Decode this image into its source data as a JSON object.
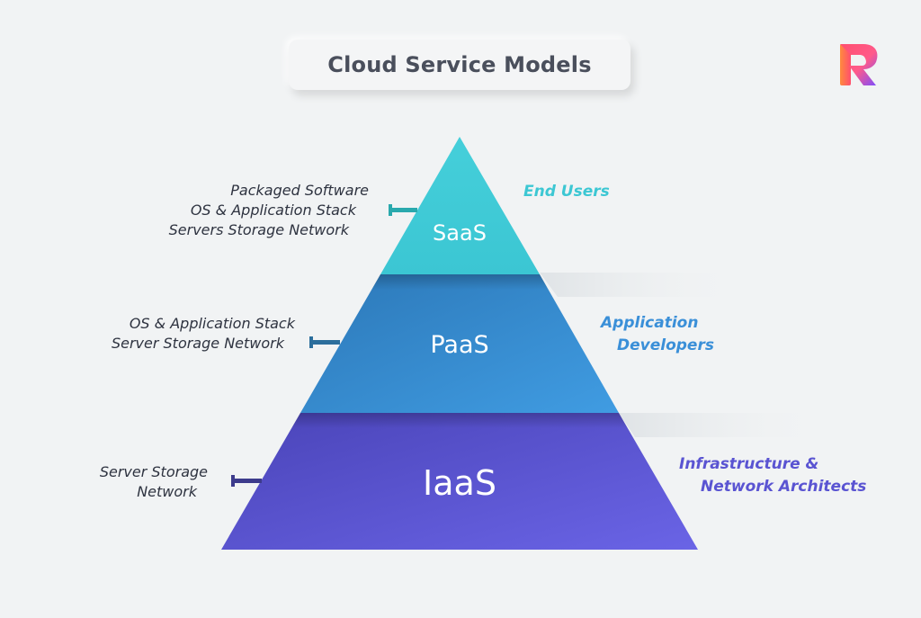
{
  "title": "Cloud Service Models",
  "logo": {
    "icon": "brand-logo-icon"
  },
  "tiers": [
    {
      "name": "SaaS",
      "color": "#3fc9d6",
      "stack": [
        "Packaged Software",
        "OS & Application Stack",
        "Servers Storage Network"
      ],
      "audience": [
        "End Users"
      ],
      "audience_color": "#3cc7d3",
      "connector_color": "#2aa9ad"
    },
    {
      "name": "PaaS",
      "color": "#3a93d6",
      "stack": [
        "OS & Application Stack",
        "Server Storage Network"
      ],
      "audience": [
        "Application",
        "Developers"
      ],
      "audience_color": "#3a8fd8",
      "connector_color": "#2c6e9c"
    },
    {
      "name": "IaaS",
      "color": "#5b5bd8",
      "stack": [
        "Server Storage",
        "Network"
      ],
      "audience": [
        "Infrastructure &",
        "Network Architects"
      ],
      "audience_color": "#5a54d2",
      "connector_color": "#3d3b8c"
    }
  ]
}
